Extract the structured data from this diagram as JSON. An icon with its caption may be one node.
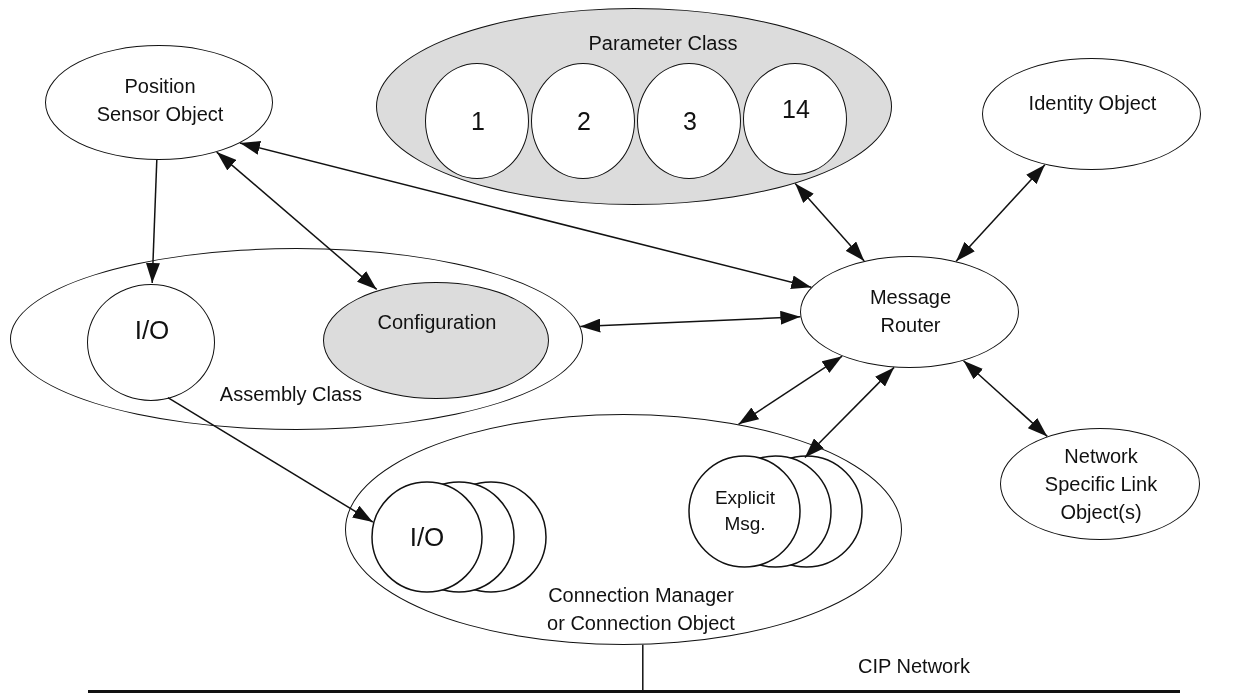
{
  "diagram": {
    "nodes": [
      {
        "text": [
          "Position Sensor Object"
        ]
      },
      {
        "text": [
          "Parameter Class"
        ]
      },
      {
        "text": [
          "1"
        ],
        "in": 1
      },
      {
        "text": [
          "2"
        ],
        "in": 1
      },
      {
        "text": [
          "3"
        ],
        "in": 1
      },
      {
        "text": [
          "14"
        ],
        "in": 1
      },
      {
        "text": [
          "Identity Object"
        ]
      },
      {
        "text": [
          "Assembly Class"
        ]
      },
      {
        "text": [
          "I/O"
        ],
        "in": 7
      },
      {
        "text": [
          "Configuration"
        ],
        "in": 7
      },
      {
        "text": [
          "Message Router"
        ]
      },
      {
        "text": [
          "Connection Manager or Connection Object"
        ]
      },
      {
        "text": [
          "I/O"
        ],
        "in": 11
      },
      {
        "text": [
          "Explicit Msg."
        ],
        "in": 11
      },
      {
        "text": [
          "Network Specific Link Object(s)"
        ]
      },
      {
        "text": [],
        "shape": "bar",
        "beside": [
          "CIP Network"
        ]
      }
    ],
    "edges": [
      {
        "from": 0,
        "to": 8,
        "arrow": "to"
      },
      {
        "from": 0,
        "to": 9,
        "arrow": "both"
      },
      {
        "from": 0,
        "to": 10,
        "arrow": "both"
      },
      {
        "from": 7,
        "to": 10,
        "arrow": "both"
      },
      {
        "from": 1,
        "to": 10,
        "arrow": "both"
      },
      {
        "from": 6,
        "to": 10,
        "arrow": "both"
      },
      {
        "from": 11,
        "to": 10,
        "arrow": "both"
      },
      {
        "from": 13,
        "to": 10,
        "arrow": "both"
      },
      {
        "from": 10,
        "to": 14,
        "arrow": "both"
      },
      {
        "from": 8,
        "to": 12,
        "arrow": "to"
      },
      {
        "from": 11,
        "to": 15,
        "arrow": "none"
      }
    ]
  }
}
